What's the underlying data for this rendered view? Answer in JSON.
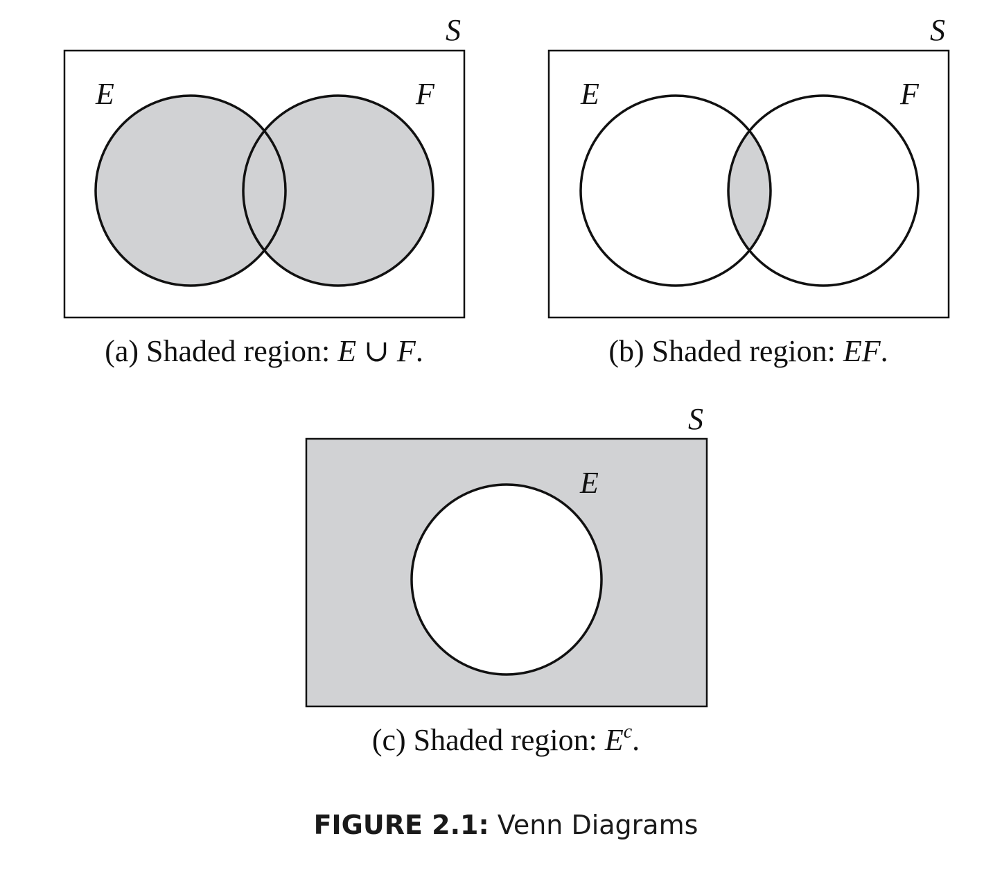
{
  "colors": {
    "shade": "#d1d2d4",
    "stroke": "#111111",
    "background": "#ffffff"
  },
  "panels": [
    {
      "id": "a",
      "sample_space_label": "S",
      "set_labels": [
        "E",
        "F"
      ],
      "shaded": "union",
      "caption_prefix": "(a) Shaded region: ",
      "caption_math": "E ∪ F",
      "caption_suffix": "."
    },
    {
      "id": "b",
      "sample_space_label": "S",
      "set_labels": [
        "E",
        "F"
      ],
      "shaded": "intersection",
      "caption_prefix": "(b) Shaded region: ",
      "caption_math": "EF",
      "caption_suffix": "."
    },
    {
      "id": "c",
      "sample_space_label": "S",
      "set_labels": [
        "E"
      ],
      "shaded": "complement",
      "caption_prefix": "(c) Shaded region: ",
      "caption_math": "E",
      "caption_sup": "c",
      "caption_suffix": "."
    }
  ],
  "figure": {
    "number": "FIGURE 2.1:",
    "title": "Venn Diagrams"
  }
}
